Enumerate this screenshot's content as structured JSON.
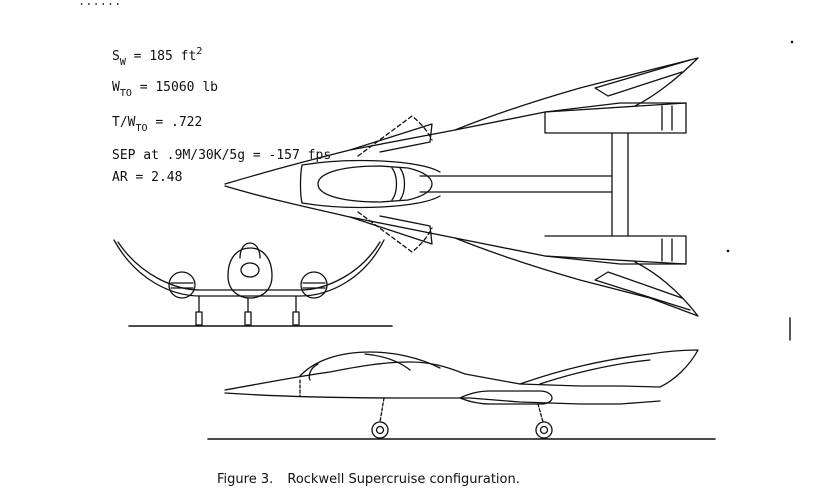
{
  "header_fragment": "......",
  "specs": {
    "sw": {
      "sym": "S",
      "sub": "W",
      "eq": " = 185 ft",
      "sup": "2"
    },
    "wto": {
      "sym": "W",
      "sub": "TO",
      "eq": " = 15060 lb"
    },
    "twto": {
      "sym": "T/W",
      "sub": "TO",
      "eq": " = .722"
    },
    "sep": "SEP at .9M/30K/5g = -157 fps",
    "ar": "AR = 2.48"
  },
  "caption": {
    "figure": "Figure 3.",
    "title": "Rockwell Supercruise configuration."
  }
}
